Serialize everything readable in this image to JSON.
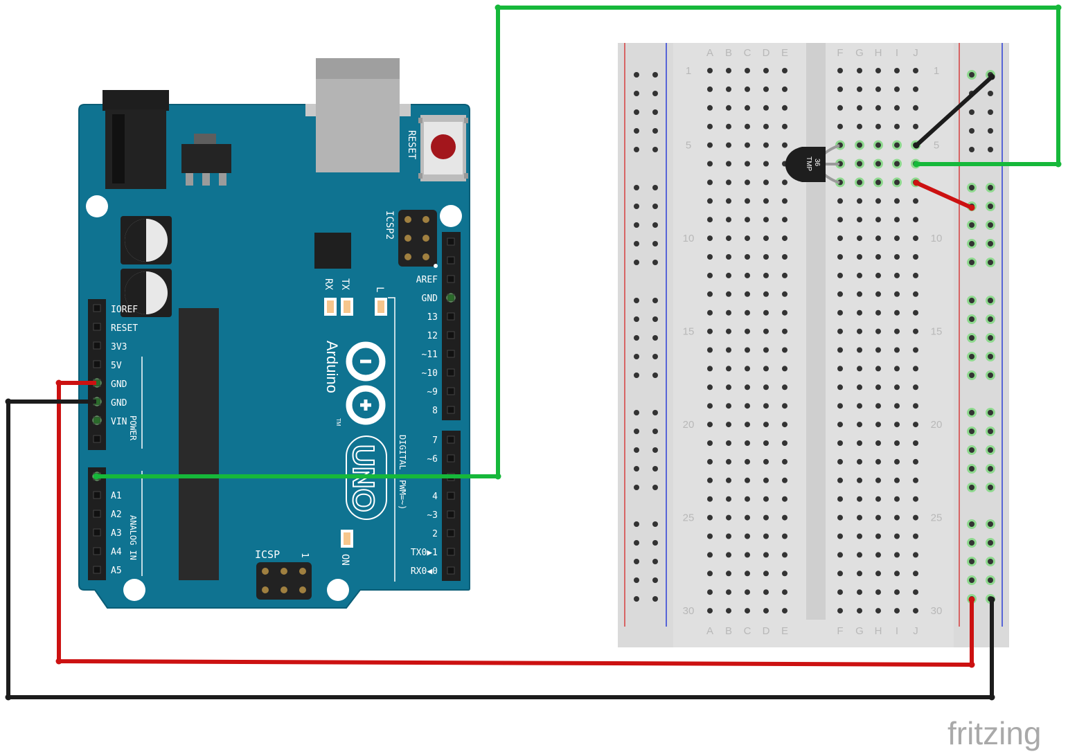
{
  "arduino": {
    "reset_label": "RESET",
    "icsp2_label": "ICSP2",
    "icsp_label": "ICSP",
    "icsp_pin1": "1",
    "tx_label": "TX",
    "rx_label": "RX",
    "l_label": "L",
    "on_label": "ON",
    "brand": "Arduino",
    "tm": "TM",
    "model": "UNO",
    "power_header": "POWER",
    "analog_header": "ANALOG IN",
    "digital_header": "DIGITAL (PWM=~)",
    "power_pins": [
      "IOREF",
      "RESET",
      "3V3",
      "5V",
      "GND",
      "GND",
      "VIN"
    ],
    "analog_pins": [
      "A1",
      "A2",
      "A3",
      "A4",
      "A5"
    ],
    "digital_top": [
      "AREF",
      "GND",
      "13",
      "12",
      "~11",
      "~10",
      "~9",
      "8"
    ],
    "digital_bottom": [
      "7",
      "~6",
      "",
      "4",
      "~3",
      "2",
      "TX0▶1",
      "RX0◀0"
    ]
  },
  "breadboard": {
    "cols_left": [
      "A",
      "B",
      "C",
      "D",
      "E"
    ],
    "cols_right": [
      "F",
      "G",
      "H",
      "I",
      "J"
    ],
    "row_numbers": [
      "1",
      "5",
      "10",
      "15",
      "20",
      "25",
      "30"
    ]
  },
  "sensor": {
    "line1": "TMP",
    "line2": "36"
  },
  "watermark": "fritzing",
  "colors": {
    "board": "#0f7391",
    "board_stroke": "#0a5d76",
    "wire_green": "#16b83a",
    "wire_red": "#cc1111",
    "wire_black": "#1c1c1c",
    "breadboard": "#dedede",
    "rail_red": "#d63c3c",
    "rail_blue": "#2b3cd6"
  }
}
